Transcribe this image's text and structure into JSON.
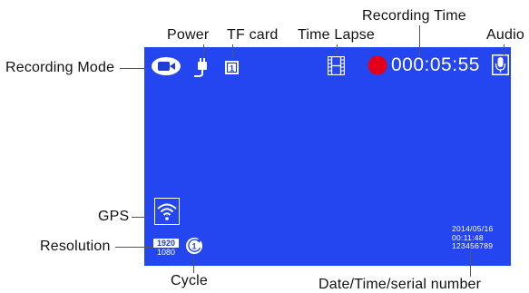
{
  "callouts": {
    "recording_mode": "Recording Mode",
    "power": "Power",
    "tf_card": "TF card",
    "time_lapse": "Time Lapse",
    "recording_time": "Recording Time",
    "audio": "Audio",
    "gps": "GPS",
    "resolution": "Resolution",
    "cycle": "Cycle",
    "date_time_serial": "Date/Time/serial number"
  },
  "screen": {
    "recording_time_value": "000:05:55",
    "tf_card_glyph": "1",
    "cycle_glyph": "1",
    "resolution_top": "1920",
    "resolution_bottom": "1080",
    "date": "2014/05/16",
    "time": "00:11:48",
    "serial": "123456789"
  },
  "colors": {
    "screen_background": "#2446f0",
    "record_dot": "#e3001b",
    "icon_white": "#ffffff"
  },
  "icons": [
    "camera-icon",
    "power-plug-icon",
    "tf-card-icon",
    "film-strip-icon",
    "record-dot-icon",
    "microphone-icon",
    "wifi-gps-icon",
    "cycle-icon"
  ]
}
